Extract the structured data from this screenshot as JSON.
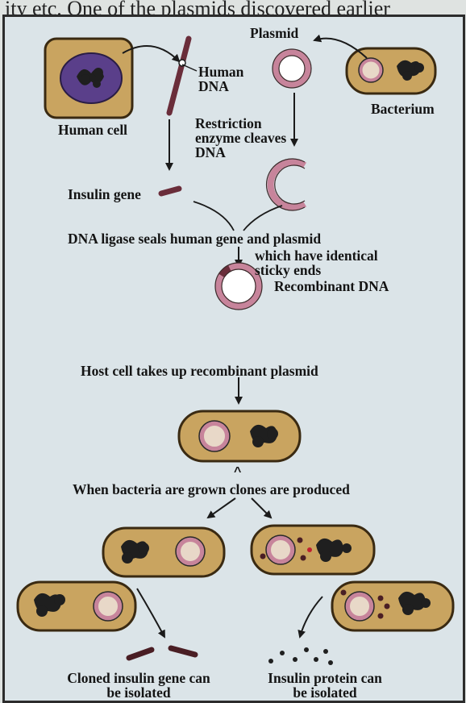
{
  "page_header_fragment": "ity etc. One of the plasmids discovered earlier",
  "labels": {
    "plasmid": "Plasmid",
    "human_dna": "Human DNA",
    "bacterium": "Bacterium",
    "human_cell": "Human cell",
    "restriction_enzyme": "Restriction enzyme cleaves DNA",
    "insulin_gene": "Insulin gene",
    "dna_ligase": "DNA ligase seals human gene and plasmid",
    "sticky_ends": "which have identical sticky ends",
    "recombinant_dna": "Recombinant DNA",
    "host_cell": "Host cell takes up recombinant plasmid",
    "clones": "When bacteria are grown clones are produced",
    "cloned_gene": "Cloned insulin gene can be isolated",
    "insulin_protein": "Insulin protein can be isolated"
  },
  "colors": {
    "cell_fill": "#c9a460",
    "cell_border": "#3a2a12",
    "plasmid_ring": "#c7849b",
    "nucleus": "#5a3f8a",
    "dna_strand": "#6a2d3a",
    "background": "#dbe4e8"
  }
}
